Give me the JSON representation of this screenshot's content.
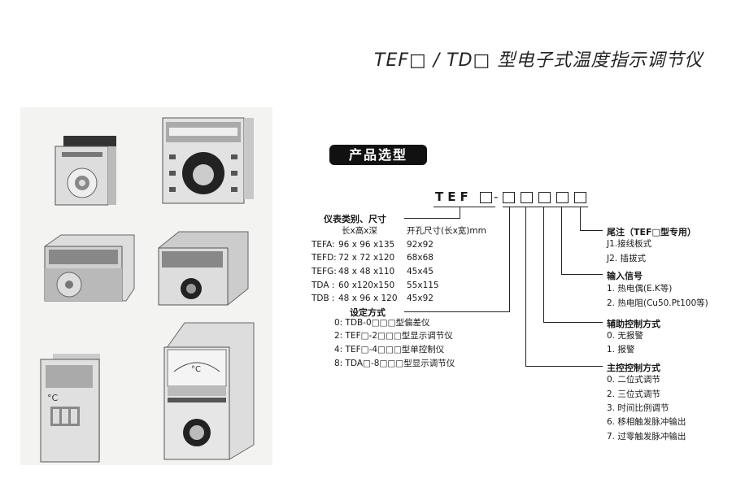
{
  "title": "TEF□ / TD□ 型电子式温度指示调节仪",
  "section_label": "产品选型",
  "model_code": {
    "prefix": "TEF",
    "separator": "-"
  },
  "size_section": {
    "heading": "仪表类别、尺寸",
    "col1_header": "长x高x深",
    "col2_header": "开孔尺寸(长x宽)mm",
    "rows": [
      {
        "type": "TEFA:",
        "dims": "96 x 96 x135",
        "cutout": "92x92"
      },
      {
        "type": "TEFD:",
        "dims": "72 x 72 x120",
        "cutout": "68x68"
      },
      {
        "type": "TEFG:",
        "dims": "48 x 48 x110",
        "cutout": "45x45"
      },
      {
        "type": "TDA  :",
        "dims": "60 x120x150",
        "cutout": "55x115"
      },
      {
        "type": "TDB  :",
        "dims": "48 x 96 x 120",
        "cutout": "45x92"
      }
    ]
  },
  "setting_section": {
    "heading": "设定方式",
    "items": [
      "0: TDB-0□□□型偏差仪",
      "2: TEF□-2□□□型显示调节仪",
      "4: TEF□-4□□□型单控制仪",
      "8: TDA□-8□□□型显示调节仪"
    ]
  },
  "suffix_section": {
    "heading": "尾注（TEF□型专用）",
    "items": [
      "J1.接线板式",
      "J2. 插拔式"
    ]
  },
  "input_section": {
    "heading": "输入信号",
    "items": [
      "1. 热电偶(E.K等)",
      "2. 热电阻(Cu50.Pt100等)"
    ]
  },
  "aux_section": {
    "heading": "辅助控制方式",
    "items": [
      "0. 无报警",
      "1. 报警"
    ]
  },
  "main_section": {
    "heading": "主控控制方式",
    "items": [
      "0. 二位式调节",
      "2. 三位式调节",
      "3. 时间比例调节",
      "6. 移相触发脉冲输出",
      "7. 过零触发脉冲输出"
    ]
  }
}
